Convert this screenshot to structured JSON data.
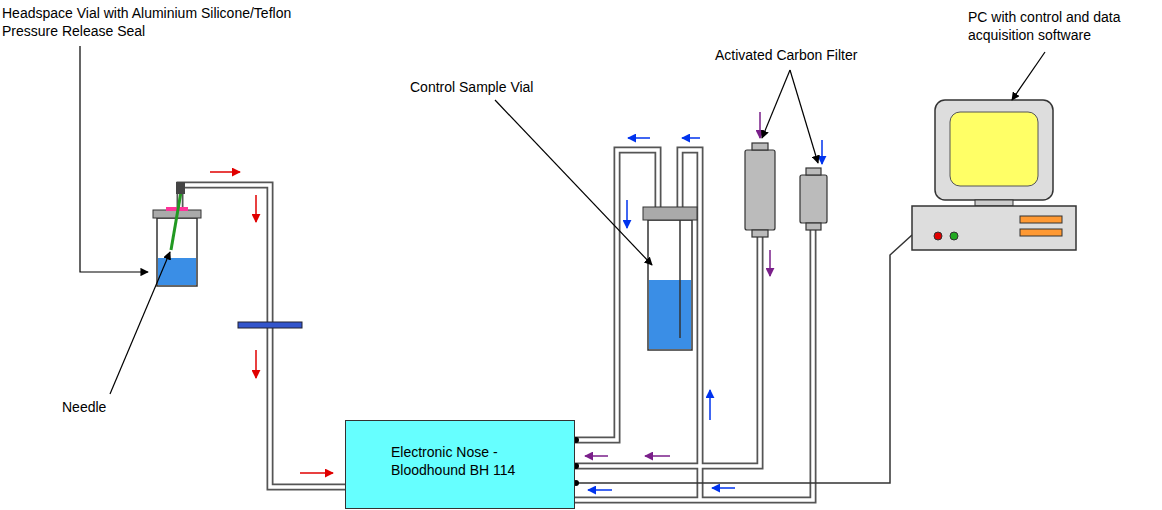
{
  "diagram": {
    "nodes": [
      {
        "text": [
          "Electronic Nose - Bloodhound BH 114"
        ]
      }
    ],
    "labels": [
      "Headspace Vial with Aluminium Silicone/Teflon Pressure Release Seal",
      "Needle",
      "Control Sample Vial",
      "Activated Carbon Filter",
      "PC with control and data acquisition software"
    ]
  }
}
